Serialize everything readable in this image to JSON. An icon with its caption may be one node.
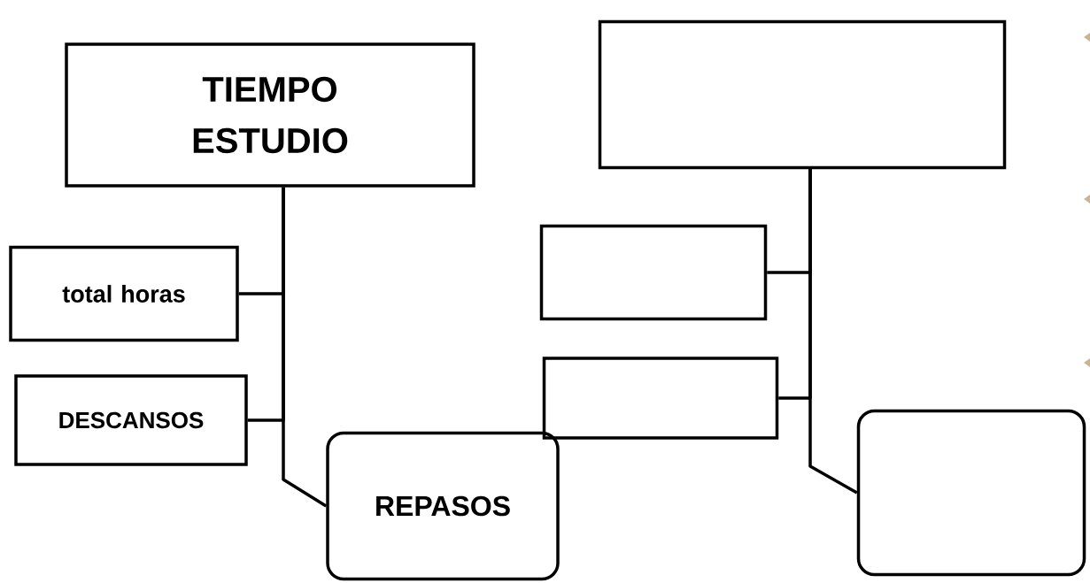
{
  "diagram": {
    "nodes": [
      {
        "text": [
          "TIEMPO ESTUDIO"
        ]
      },
      {
        "text": [
          "total horas"
        ]
      },
      {
        "text": [
          "DESCANSOS"
        ]
      },
      {
        "text": [
          "REPASOS"
        ]
      },
      {
        "text": [],
        "shape": "box"
      },
      {
        "text": [],
        "shape": "box"
      },
      {
        "text": [],
        "shape": "box"
      },
      {
        "text": [],
        "shape": "box"
      }
    ],
    "edges": [
      {
        "from": 0,
        "to": 1,
        "arrow": "none"
      },
      {
        "from": 0,
        "to": 2,
        "arrow": "none"
      },
      {
        "from": 0,
        "to": 3,
        "arrow": "none"
      },
      {
        "from": 4,
        "to": 5,
        "arrow": "none"
      },
      {
        "from": 4,
        "to": 6,
        "arrow": "none"
      },
      {
        "from": 4,
        "to": 7,
        "arrow": "none"
      }
    ]
  }
}
